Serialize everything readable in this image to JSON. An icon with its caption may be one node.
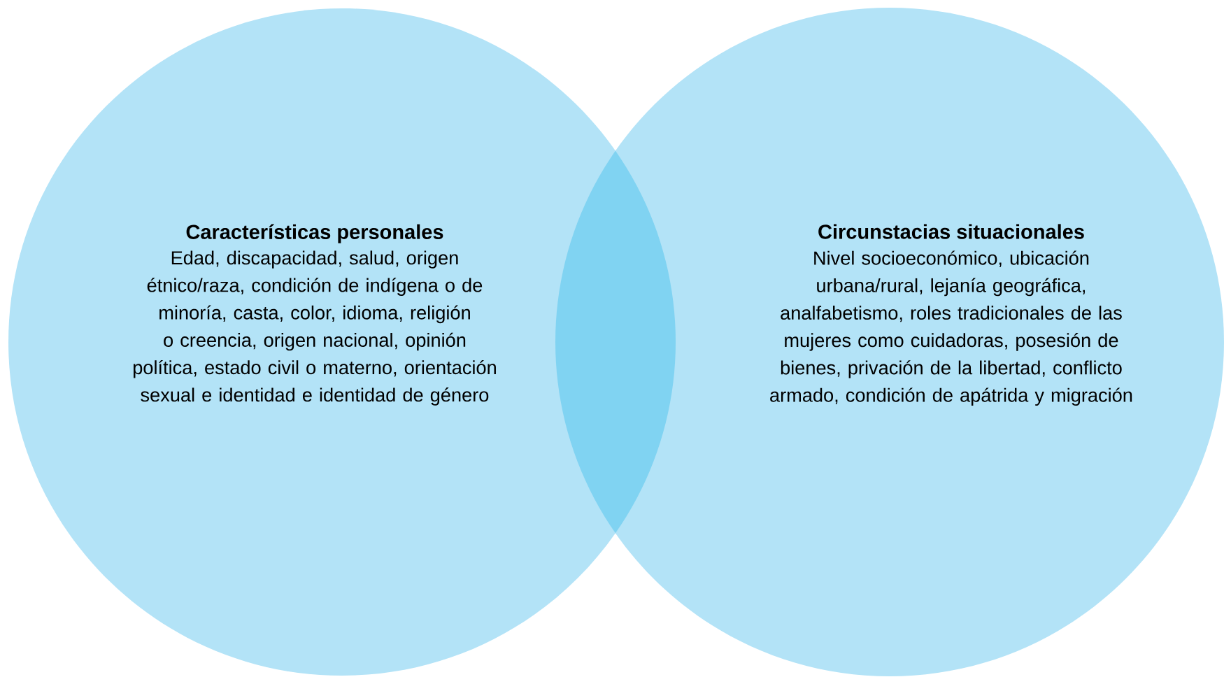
{
  "diagram": {
    "nodes": [
      {
        "text": [
          "Características personales",
          "Edad, discapacidad, salud, origen étnico/raza, condición de indígena o de minoría, casta, color, idioma, religión o creencia, origen nacional, opinión política, estado civil o materno, orientación sexual e identidad e identidad de género"
        ]
      },
      {
        "text": [
          "Circunstacias situacionales",
          "Nivel socioeconómico, ubicación urbana/rural, lejanía geográfica, analfabetismo, roles tradicionales de las mujeres como cuidadoras, posesión de bienes, privación de la libertad, conflicto armado, condición de apátrida y migración"
        ]
      }
    ]
  }
}
